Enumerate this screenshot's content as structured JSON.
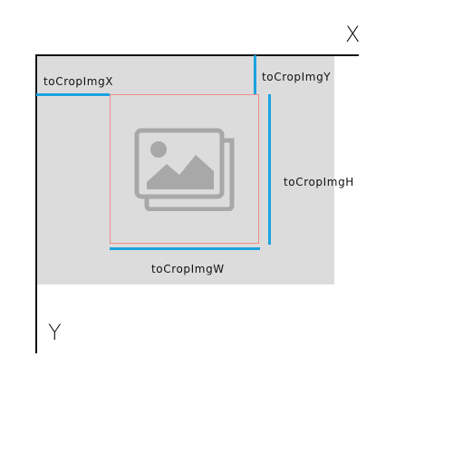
{
  "axes": {
    "x_label": "X",
    "y_label": "Y"
  },
  "labels": {
    "crop_x": "toCropImgX",
    "crop_y": "toCropImgY",
    "crop_h": "toCropImgH",
    "crop_w": "toCropImgW"
  },
  "icons": {
    "placeholder": "image-icon"
  },
  "colors": {
    "canvas": "#dcdcdc",
    "axis": "#111111",
    "dimension_line": "#1aa3e0",
    "crop_border": "#f08a8a",
    "icon": "#a8a8a8"
  }
}
